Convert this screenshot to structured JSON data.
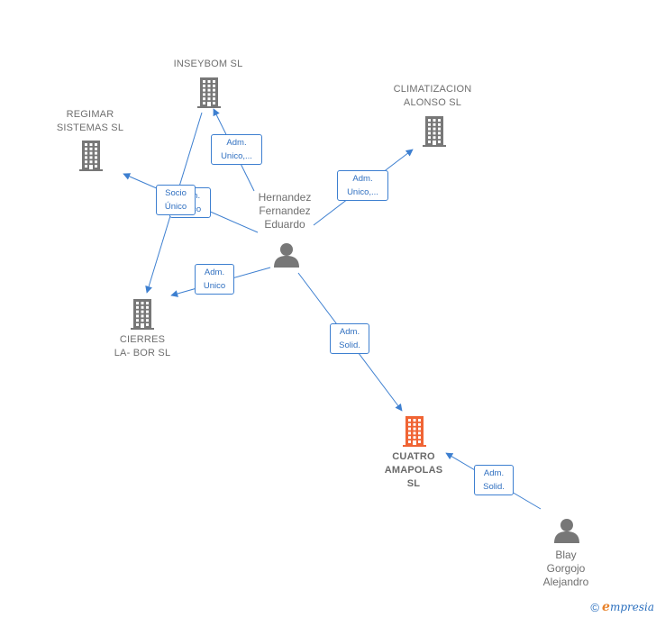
{
  "colors": {
    "company": "#777777",
    "main_company": "#f06434",
    "person": "#777777",
    "edge": "#3d7fd0"
  },
  "nodes": {
    "inseybom": {
      "label": "INSEYBOM SL",
      "kind": "company",
      "icon": "building-icon"
    },
    "climatizacion": {
      "label": "CLIMATIZACION\nALONSO SL",
      "kind": "company",
      "icon": "building-icon"
    },
    "regimar": {
      "label": "REGIMAR\nSISTEMAS SL",
      "kind": "company",
      "icon": "building-icon"
    },
    "cierres": {
      "label": "CIERRES\nLA- BOR  SL",
      "kind": "company",
      "icon": "building-icon"
    },
    "cuatro": {
      "label": "CUATRO\nAMAPOLAS\nSL",
      "kind": "main_company",
      "icon": "building-icon"
    },
    "hernandez": {
      "label": "Hernandez\nFernandez\nEduardo",
      "kind": "person",
      "icon": "person-icon"
    },
    "blay": {
      "label": "Blay\nGorgojo\nAlejandro",
      "kind": "person",
      "icon": "person-icon"
    }
  },
  "edges": [
    {
      "from": "hernandez",
      "to": "inseybom",
      "label": "Adm.\nUnico,..."
    },
    {
      "from": "hernandez",
      "to": "climatizacion",
      "label": "Adm.\nUnico,..."
    },
    {
      "from": "hernandez",
      "to": "regimar",
      "label": "Adm.\nUnico"
    },
    {
      "from": "inseybom",
      "to": "cierres",
      "label": "Socio\nÚnico"
    },
    {
      "from": "hernandez",
      "to": "cierres",
      "label": "Adm.\nUnico"
    },
    {
      "from": "hernandez",
      "to": "cuatro",
      "label": "Adm.\nSolid."
    },
    {
      "from": "blay",
      "to": "cuatro",
      "label": "Adm.\nSolid."
    }
  ],
  "footer": {
    "copyright": "©",
    "brand_initial": "e",
    "brand_rest": "mpresia"
  }
}
